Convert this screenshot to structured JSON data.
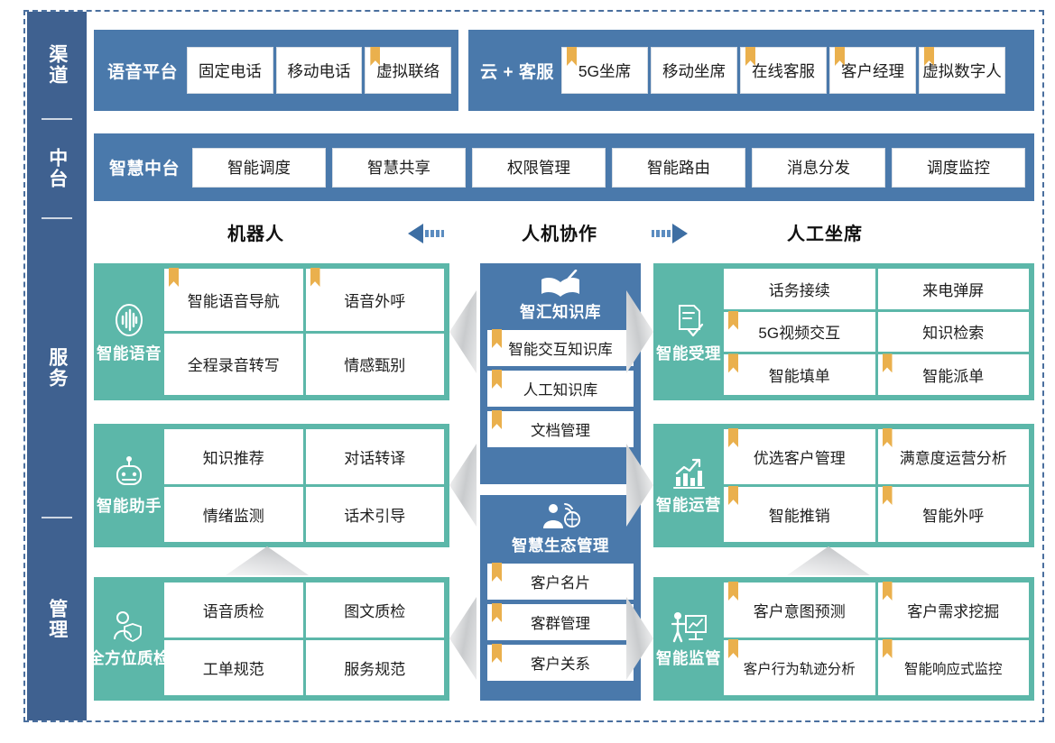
{
  "sidebar": {
    "items": [
      {
        "label": "渠道"
      },
      {
        "label": "中台"
      },
      {
        "label": "服务"
      },
      {
        "label": "管理"
      }
    ]
  },
  "channel_row": {
    "voice_platform": {
      "title": "语音平台",
      "items": [
        {
          "label": "固定电话",
          "bookmark": false
        },
        {
          "label": "移动电话",
          "bookmark": false
        },
        {
          "label": "虚拟联络",
          "bookmark": true
        }
      ]
    },
    "cloud_service": {
      "title": "云 + 客服",
      "items": [
        {
          "label": "5G坐席",
          "bookmark": true
        },
        {
          "label": "移动坐席",
          "bookmark": false
        },
        {
          "label": "在线客服",
          "bookmark": true
        },
        {
          "label": "客户经理",
          "bookmark": true
        },
        {
          "label": "虚拟数字人",
          "bookmark": true
        }
      ]
    }
  },
  "middle_platform": {
    "title": "智慧中台",
    "items": [
      {
        "label": "智能调度"
      },
      {
        "label": "智慧共享"
      },
      {
        "label": "权限管理"
      },
      {
        "label": "智能路由"
      },
      {
        "label": "消息分发"
      },
      {
        "label": "调度监控"
      }
    ]
  },
  "headers": {
    "robot": "机器人",
    "collaboration": "人机协作",
    "human_agent": "人工坐席"
  },
  "left_column": [
    {
      "category": "智能语音",
      "icon": "voice-wave-icon",
      "cells": [
        {
          "label": "智能语音导航",
          "bookmark": true
        },
        {
          "label": "语音外呼",
          "bookmark": true
        },
        {
          "label": "全程录音转写",
          "bookmark": false
        },
        {
          "label": "情感甄别",
          "bookmark": false
        }
      ]
    },
    {
      "category": "智能助手",
      "icon": "robot-head-icon",
      "cells": [
        {
          "label": "知识推荐",
          "bookmark": false
        },
        {
          "label": "对话转译",
          "bookmark": false
        },
        {
          "label": "情绪监测",
          "bookmark": false
        },
        {
          "label": "话术引导",
          "bookmark": false
        }
      ]
    },
    {
      "category": "全方位质检",
      "icon": "person-shield-icon",
      "cells": [
        {
          "label": "语音质检",
          "bookmark": false
        },
        {
          "label": "图文质检",
          "bookmark": false
        },
        {
          "label": "工单规范",
          "bookmark": false
        },
        {
          "label": "服务规范",
          "bookmark": false
        }
      ]
    }
  ],
  "center_column": [
    {
      "title": "智汇知识库",
      "icon": "open-book-pen-icon",
      "items": [
        {
          "label": "智能交互知识库",
          "bookmark": true
        },
        {
          "label": "人工知识库",
          "bookmark": true
        },
        {
          "label": "文档管理",
          "bookmark": true
        }
      ]
    },
    {
      "title": "智慧生态管理",
      "icon": "person-network-icon",
      "items": [
        {
          "label": "客户名片",
          "bookmark": true
        },
        {
          "label": "客群管理",
          "bookmark": true
        },
        {
          "label": "客户关系",
          "bookmark": true
        }
      ]
    }
  ],
  "right_column": [
    {
      "category": "智能受理",
      "icon": "document-check-icon",
      "cells": [
        {
          "label": "话务接续",
          "bookmark": false
        },
        {
          "label": "来电弹屏",
          "bookmark": false
        },
        {
          "label": "5G视频交互",
          "bookmark": true
        },
        {
          "label": "知识检索",
          "bookmark": false
        },
        {
          "label": "智能填单",
          "bookmark": true
        },
        {
          "label": "智能派单",
          "bookmark": true
        }
      ]
    },
    {
      "category": "智能运营",
      "icon": "bar-chart-up-icon",
      "cells": [
        {
          "label": "优选客户管理",
          "bookmark": true
        },
        {
          "label": "满意度运营分析",
          "bookmark": true
        },
        {
          "label": "智能推销",
          "bookmark": true
        },
        {
          "label": "智能外呼",
          "bookmark": true
        }
      ]
    },
    {
      "category": "智能监管",
      "icon": "presenter-board-icon",
      "cells": [
        {
          "label": "客户意图预测",
          "bookmark": true
        },
        {
          "label": "客户需求挖掘",
          "bookmark": true
        },
        {
          "label": "客户行为轨迹分析",
          "bookmark": true
        },
        {
          "label": "智能响应式监控",
          "bookmark": true
        }
      ]
    }
  ],
  "colors": {
    "blue": "#4a79ab",
    "sidebar_blue": "#3f6190",
    "teal": "#5cb7a9",
    "bookmark_gold": "#eab04d",
    "frame_dash": "#4a6f9e"
  }
}
